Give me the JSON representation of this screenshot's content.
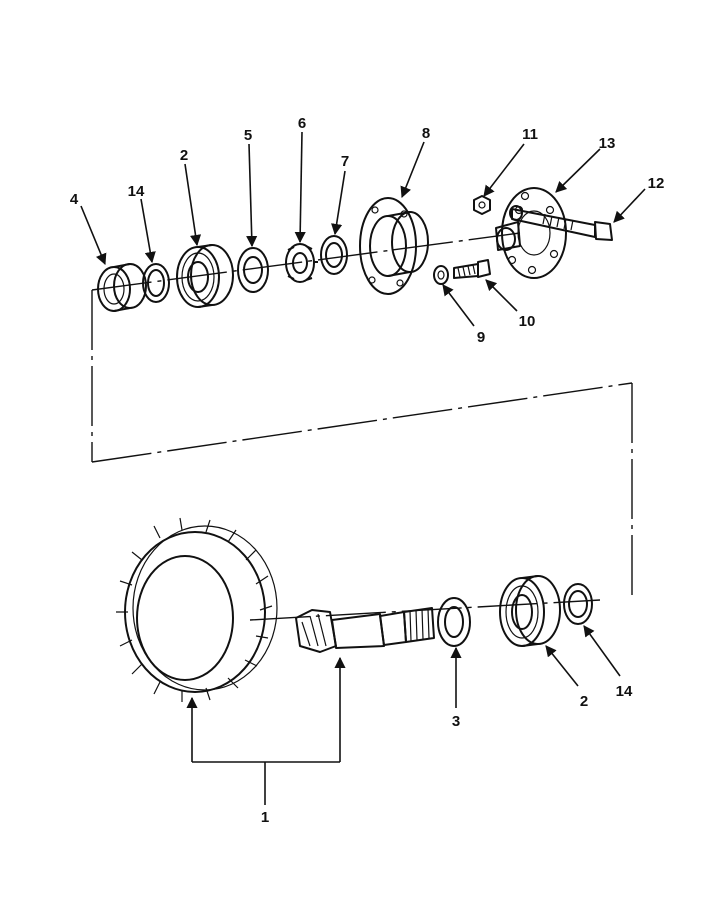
{
  "callouts": {
    "c1": "1",
    "c2_top": "2",
    "c2_bottom": "2",
    "c3": "3",
    "c4": "4",
    "c5": "5",
    "c6": "6",
    "c7": "7",
    "c8": "8",
    "c9": "9",
    "c10": "10",
    "c11": "11",
    "c12": "12",
    "c13": "13",
    "c14_top": "14",
    "c14_bottom": "14"
  },
  "colors": {
    "ink": "#111111",
    "paper": "#ffffff"
  }
}
